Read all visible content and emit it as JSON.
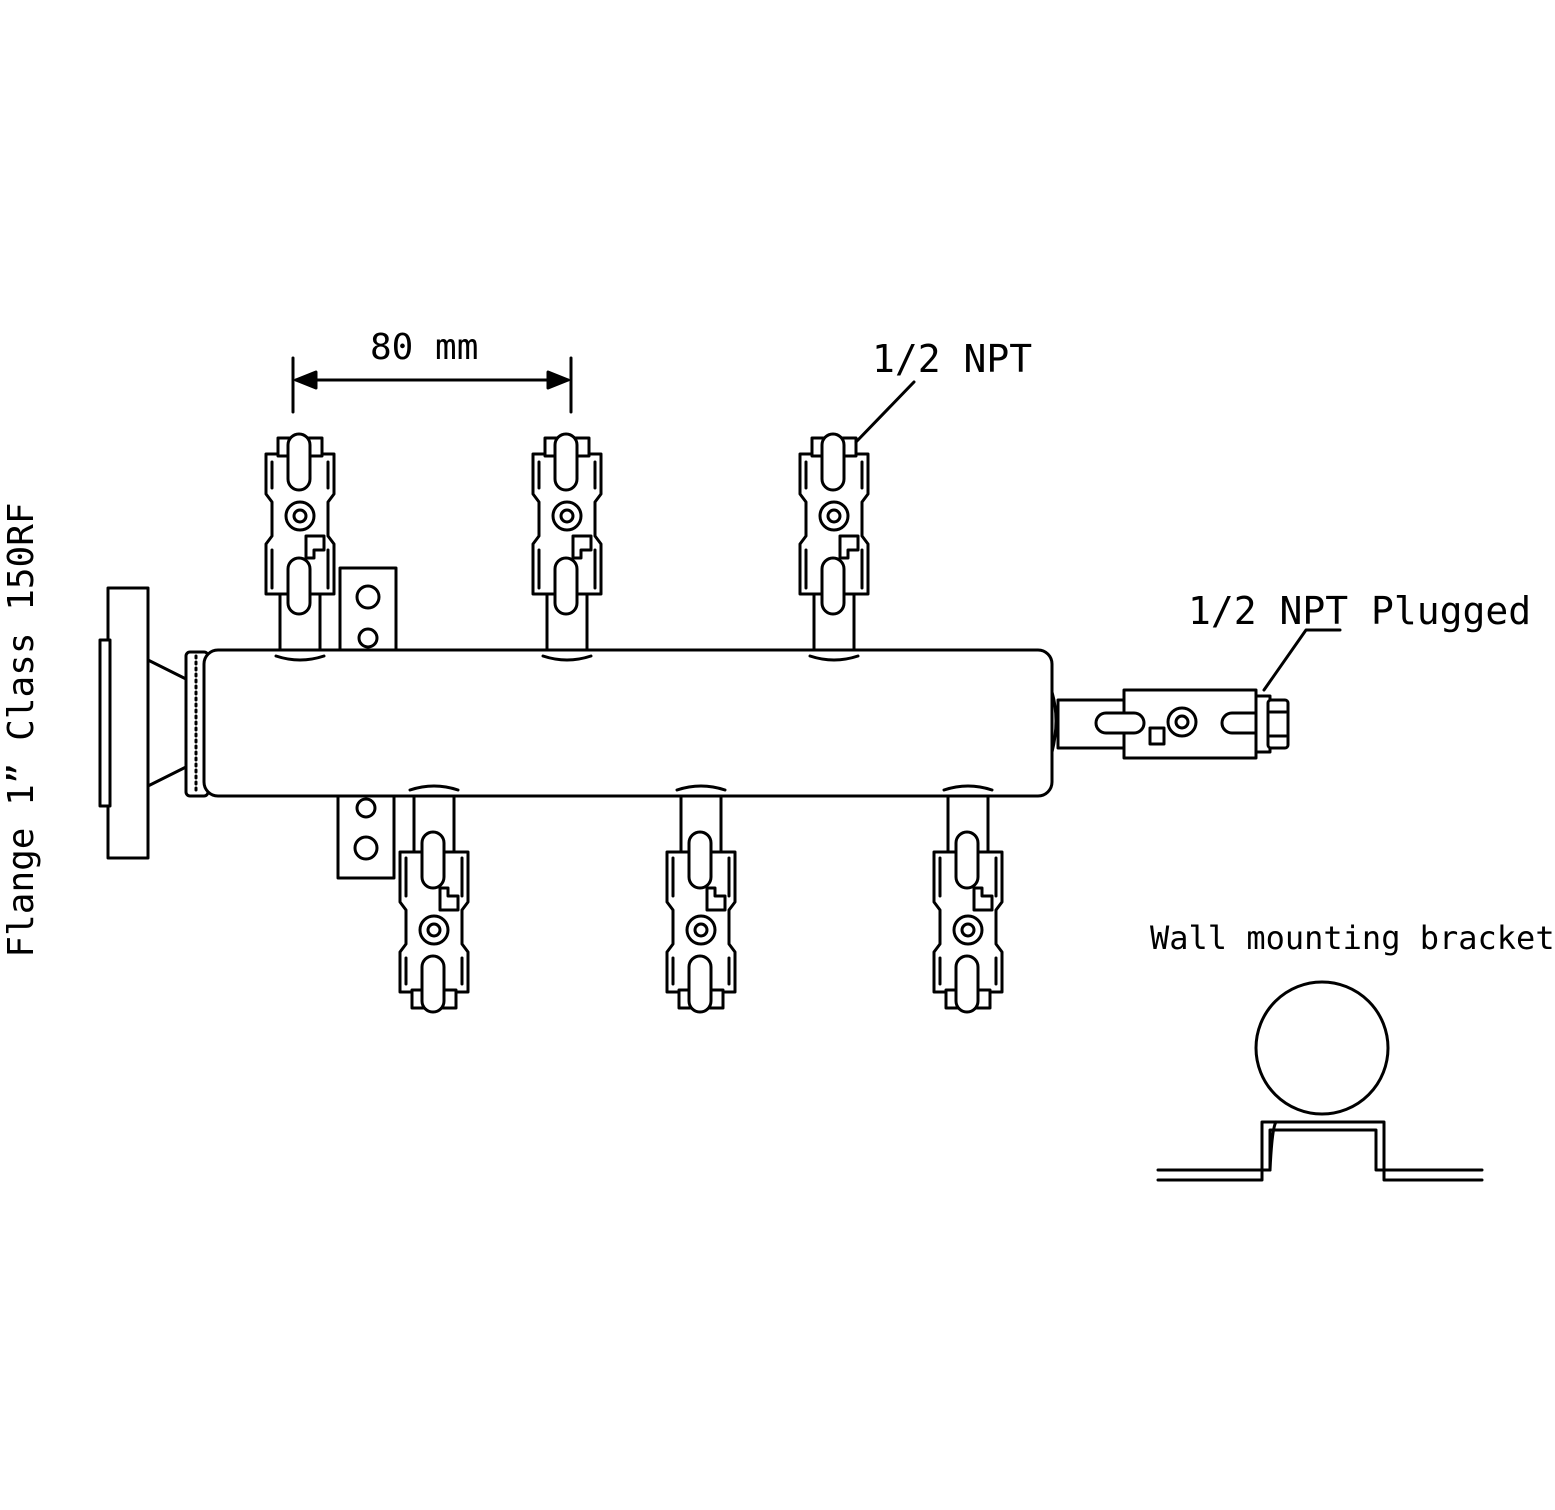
{
  "labels": {
    "spacing": "80 mm",
    "outlet_thread": "1/2 NPT",
    "plugged_outlet": "1/2 NPT Plugged",
    "bracket": "Wall mounting bracket",
    "flange": "Flange 1” Class 150RF"
  },
  "valves": {
    "top_count": 3,
    "bottom_count": 3,
    "end_plugged": 1
  },
  "colors": {
    "line": "#000000",
    "background": "#ffffff"
  }
}
